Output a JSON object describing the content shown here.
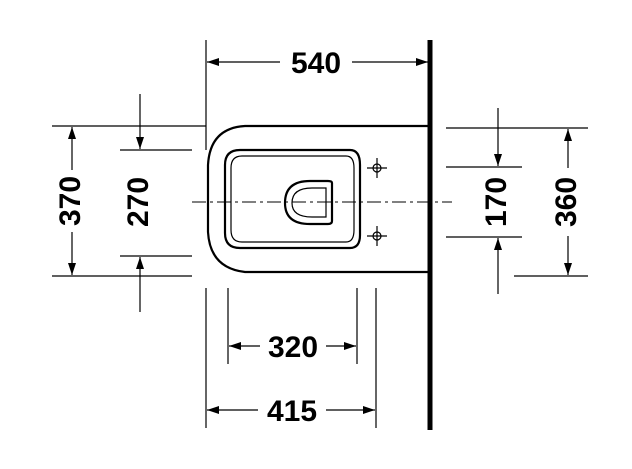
{
  "drawing": {
    "dimensions": {
      "total_depth": "540",
      "fixing_distance": "320",
      "inlet_depth": "415",
      "outer_width": "370",
      "bowl_width": "270",
      "bolt_spacing": "170",
      "seat_width": "360"
    },
    "colors": {
      "line": "#000000",
      "background": "#ffffff"
    }
  }
}
